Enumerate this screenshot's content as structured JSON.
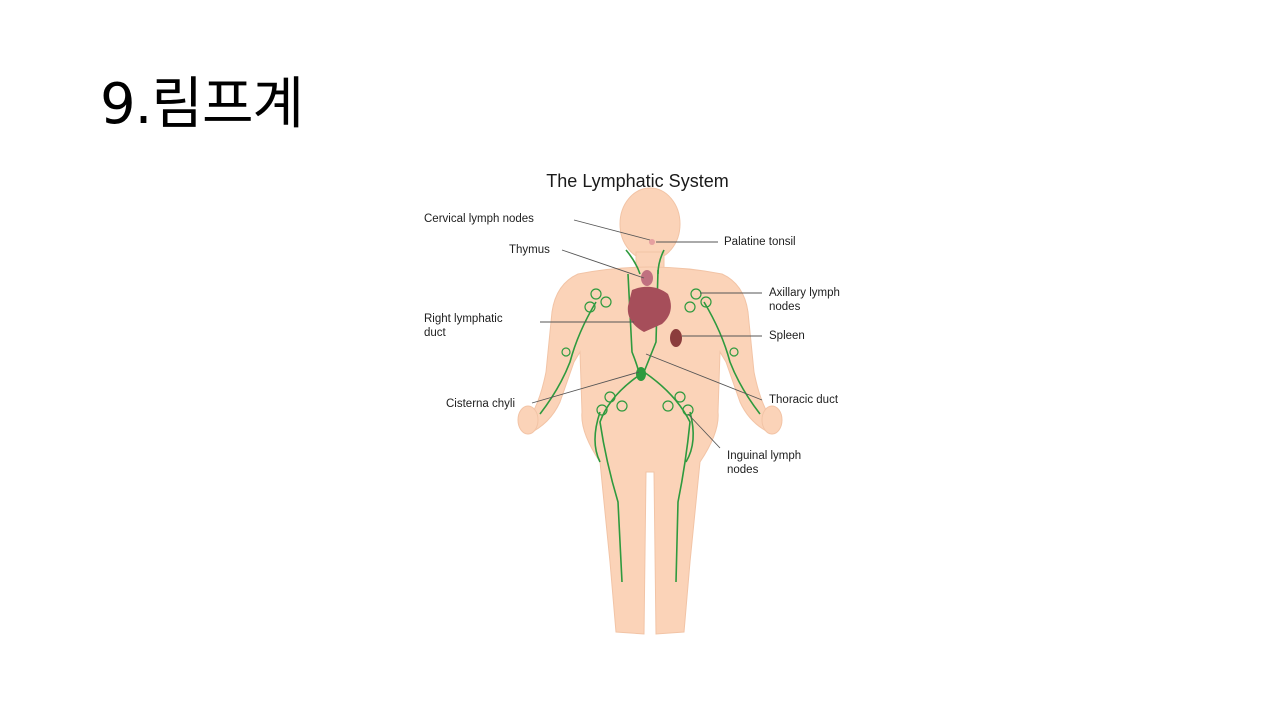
{
  "slide": {
    "title": "9.림프계"
  },
  "figure": {
    "title": "The Lymphatic System",
    "labels": {
      "cervical": "Cervical lymph nodes",
      "thymus": "Thymus",
      "right_duct_1": "Right lymphatic",
      "right_duct_2": "duct",
      "cisterna": "Cisterna chyli",
      "palatine": "Palatine tonsil",
      "axillary_1": "Axillary lymph",
      "axillary_2": "nodes",
      "spleen": "Spleen",
      "thoracic": "Thoracic duct",
      "inguinal_1": "Inguinal lymph",
      "inguinal_2": "nodes"
    },
    "colors": {
      "skin": "#fbd3b8",
      "vessel": "#2e9a3e",
      "heart": "#a64e5a",
      "leader": "#555555"
    }
  }
}
